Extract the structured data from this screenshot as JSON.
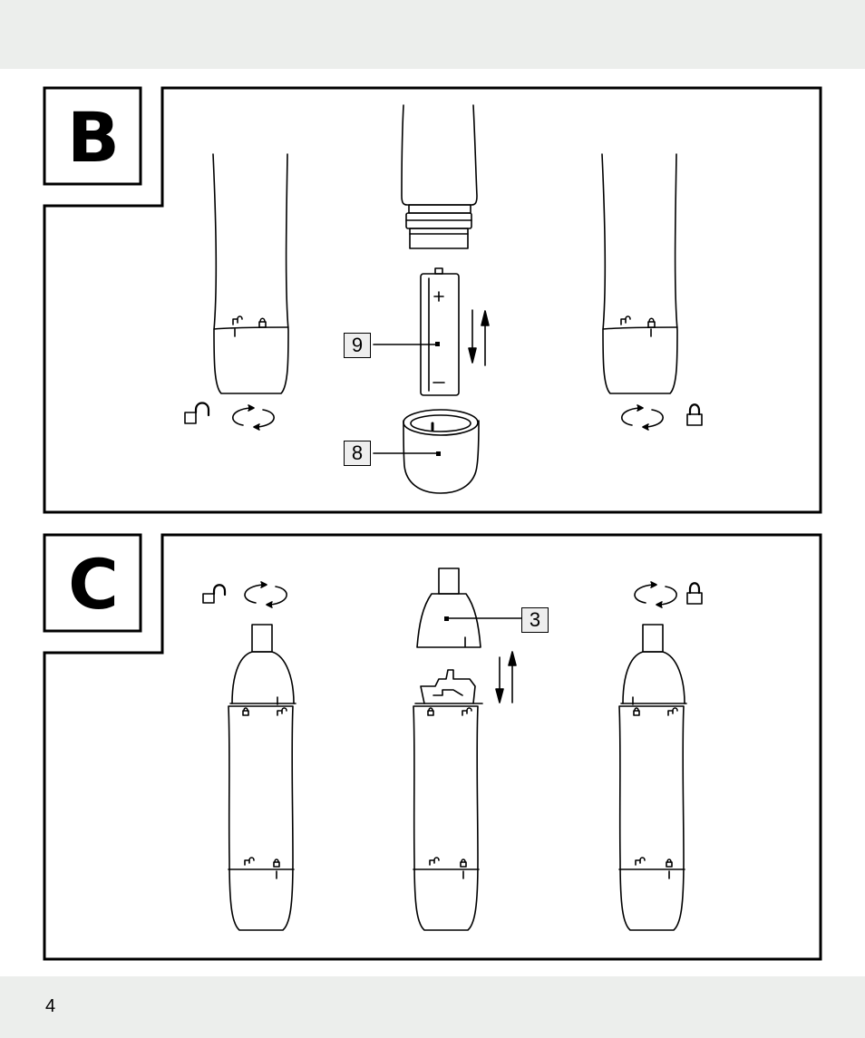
{
  "panels": [
    {
      "id": "B",
      "label": "B",
      "callouts": [
        "9",
        "8"
      ]
    },
    {
      "id": "C",
      "label": "C",
      "callouts": [
        "3"
      ]
    }
  ],
  "footer": {
    "page_number": "4"
  },
  "colors": {
    "band": "#eceeec",
    "line": "#000000",
    "callout_fill": "#eeeeee"
  },
  "icons": [
    "unlock-icon",
    "lock-icon",
    "rotate-arrows-icon",
    "up-down-arrows-icon"
  ]
}
